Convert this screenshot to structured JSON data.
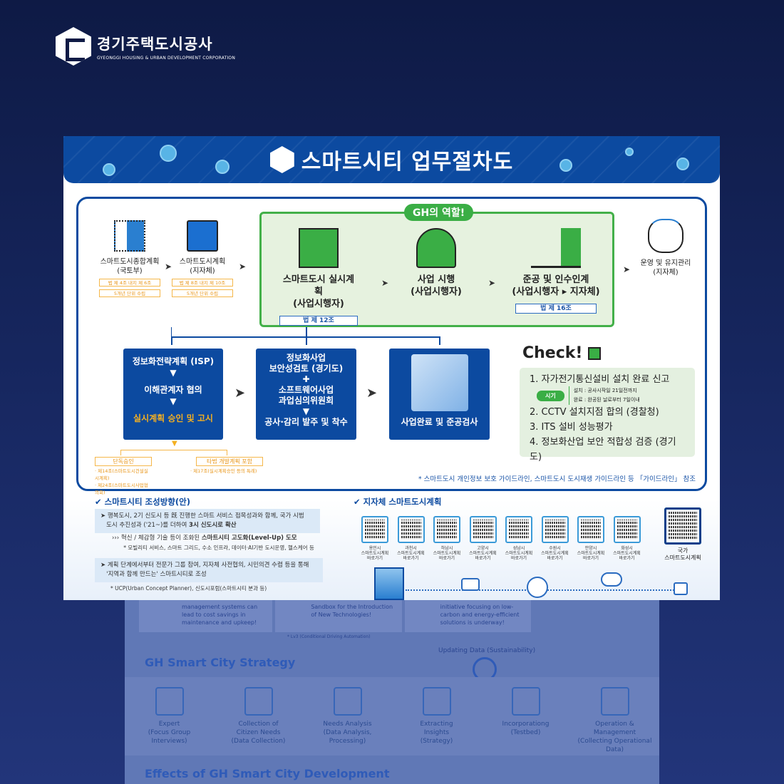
{
  "logo": {
    "ko": "경기주택도시공사",
    "en": "GYEONGGI HOUSING & URBAN DEVELOPMENT CORPORATION"
  },
  "banner": {
    "title": "스마트시티 업무절차도"
  },
  "pre_steps": [
    {
      "title": "스마트도시종합계획",
      "sub": "(국토부)",
      "law": "법 제 4조 내지 제 6조",
      "cycle": "5개년 단위 수립"
    },
    {
      "title": "스마트도시계획",
      "sub": "(지자체)",
      "law": "법 제 8조 내지 제 10조",
      "cycle": "5개년 단위 수립"
    }
  ],
  "gh_role": {
    "badge": "GH의 역할!",
    "steps": [
      {
        "title": "스마트도시 실시계획",
        "sub": "(사업시행자)",
        "law": "법 제 12조"
      },
      {
        "title": "사업 시행",
        "sub": "(사업시행자)"
      },
      {
        "title": "준공 및 인수인계",
        "sub": "(사업시행자 ▸ 지자체)",
        "law": "법 제 16조"
      }
    ]
  },
  "post_step": {
    "title": "운영 및 유지관리",
    "sub": "(지자체)"
  },
  "boxes": {
    "b1": [
      "정보화전략계획 (ISP)",
      "이해관계자 협의",
      "실시계획 승인 및 고시"
    ],
    "b2": [
      "정보화사업",
      "보안성검토 (경기도)",
      "소프트웨어사업",
      "과업심의위원회",
      "공사·감리 발주 및 착수"
    ],
    "b3": "사업완료 및 준공검사"
  },
  "approvals": [
    {
      "label": "단독승인",
      "notes": [
        "· 제14조(스마트도시건설실시계획)",
        "· 제24조(스마트도시사업협의회)"
      ]
    },
    {
      "label": "타법 개발계획 포함",
      "notes": [
        "· 제17조(실시계획승인 등의 특례)"
      ]
    }
  ],
  "check": {
    "title": "Check!",
    "items": [
      "1. 자가전기통신설비 설치 완료 신고",
      "2. CCTV 설치지점 합의 (경찰청)",
      "3. ITS 설비 성능평가",
      "4. 정보화산업 보안 적합성 검증 (경기도)"
    ],
    "timing_badge": "시기",
    "timing": [
      "설치 : 공사시작일 21일전까지",
      "완료 : 완공된 날로부터 7일이내"
    ]
  },
  "footnote": "* 스마트도시 개인정보 보호 가이드라인, 스마트도시 도시재생 가이드라인 등 「가이드라인」 참조",
  "direction": {
    "title": "스마트시티 조성방향(안)",
    "p1a": "행복도시, 2기 신도시 등 旣 진행한 스마트 서비스 접목성과와 함께, 국가 시범",
    "p1b": "도시 추진성과 ('21~)를 더하여 ",
    "p1bold": "3시 신도시로 확산",
    "p2": "혁신 / 체감형 기술 등이 조화된 ",
    "p2bold": "스마트시티 고도화(Level-Up) 도모",
    "p2note": "* 모빌리티 서비스, 스마트 그리드, 수소 인프라, 데이터·AI기반 도시운영, 헬스케어 등",
    "p3a": "계획 단계에서부터 전문가 그룹 참여, 지자체 사전협의, 시민의견 수렴 등을 통해",
    "p3b": "'지역과 함께 만드는' 스마트시티로 조성",
    "note": "* UCP(Urban Concept Planner), 신도시포럼(스마트시티 분과 등)"
  },
  "local": {
    "title": "지자체 스마트도시계획",
    "line2": "스마트도시계획",
    "line3": "바로가기",
    "cities": [
      "용인시",
      "과천시",
      "하남시",
      "고양시",
      "성남시",
      "수원시",
      "안양시",
      "화성시"
    ],
    "national": [
      "국가",
      "스마트도시계획"
    ]
  },
  "behind": {
    "cards": [
      "management systems can lead to cost savings in maintenance and upkeep!",
      "Sandbox for the Introduction of New Technologies!",
      "initiative focusing on low-carbon and energy-efficient solutions is underway!"
    ],
    "lv3": "* Lv3 (Conditional Driving Automation)",
    "strategy_title": "GH Smart City Strategy",
    "updating": "Updating Data (Sustainability)",
    "steps": [
      [
        "Expert",
        "(Focus Group Interviews)"
      ],
      [
        "Collection of",
        "Citizen Needs",
        "(Data Collection)"
      ],
      [
        "Needs Analysis",
        "(Data Analysis,",
        "Processing)"
      ],
      [
        "Extracting",
        "Insights",
        "(Strategy)"
      ],
      [
        "Incorporationg",
        "(Testbed)"
      ],
      [
        "Operation &",
        "Management",
        "(Collecting Operational Data)"
      ]
    ],
    "effects_title": "Effects of GH Smart City Development"
  }
}
